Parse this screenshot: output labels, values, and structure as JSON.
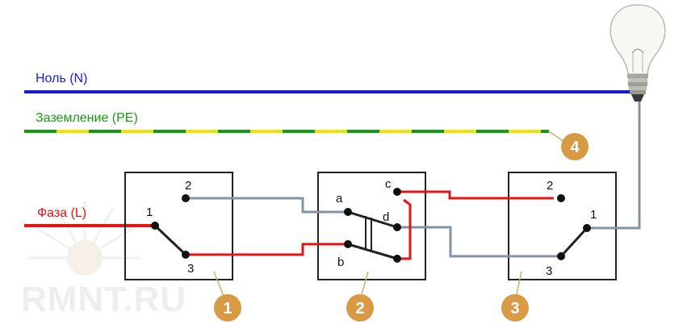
{
  "colors": {
    "neutral": "#1a1ad6",
    "phase": "#e41414",
    "ground_green": "#159a15",
    "ground_yellow": "#f2e200",
    "wire_gray": "#8593a1",
    "badge": "#d99a45",
    "box": "#222222"
  },
  "labels": {
    "neutral": "Ноль (N)",
    "ground": "Заземление (PE)",
    "phase": "Фаза (L)"
  },
  "switch1": {
    "pin_top": "2",
    "pin_left": "1",
    "pin_bottom": "3"
  },
  "switch2": {
    "pin_a": "a",
    "pin_b": "b",
    "pin_c": "c",
    "pin_d": "d"
  },
  "switch3": {
    "pin_top": "2",
    "pin_right": "1",
    "pin_bottom": "3"
  },
  "badges": [
    "1",
    "2",
    "3",
    "4"
  ],
  "watermark": "RMNT.RU",
  "icons": [
    "light-bulb-icon",
    "rmnt-logo-icon"
  ]
}
